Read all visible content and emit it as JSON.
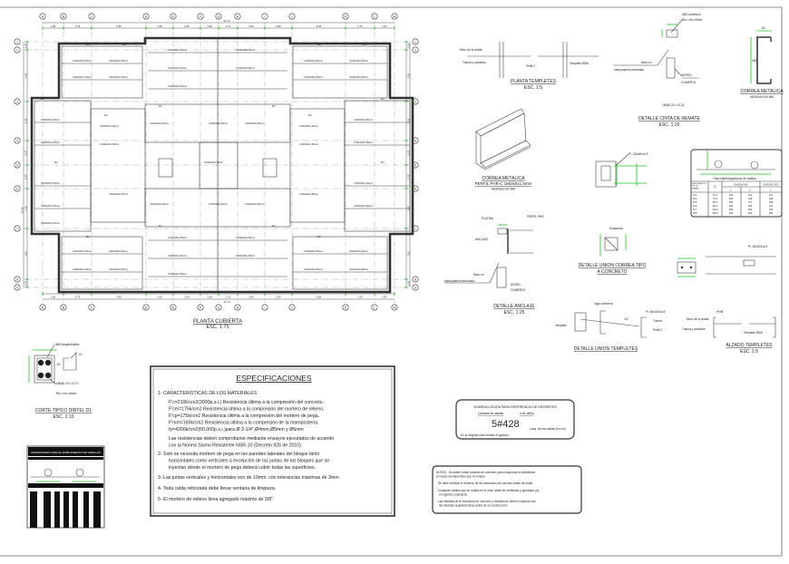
{
  "plan": {
    "title": "PLANTA CUBIERTA",
    "scale": "ESC. 1:75",
    "grid_x": [
      "A",
      "B",
      "C",
      "D",
      "E",
      "F",
      "G",
      "H",
      "I",
      "J",
      "K",
      "L",
      "M"
    ],
    "grid_y": [
      "1",
      "2",
      "3",
      "4",
      "5",
      "6",
      "7",
      "8",
      "9"
    ],
    "dims_x": [
      "1.95",
      "2.75",
      "5.35",
      "2.50",
      "2.65",
      "1.55",
      "1.72",
      "2.65",
      "2.50",
      "5.35",
      "2.75",
      "1.97"
    ],
    "total_x": "21.70",
    "dims_y": [
      "0.25",
      "1.60",
      "1.25",
      "0.75",
      "0.75",
      "1.25",
      "1.60",
      "0.25"
    ],
    "total_y": "15.80",
    "purlin_label": "C160x60x1.50mm",
    "beam_label": "D1"
  },
  "dintel": {
    "title": "CORTE TIPICO DINTEL D1",
    "scale": "ESC. 1:10",
    "bars_label": "4Ø3 longitudinales",
    "stirrup_label": "1Ø@0.10 L=0.70",
    "cover_label": "Rec. min 15mm",
    "dim_w": ".15",
    "dim_h": ".20"
  },
  "bar_dims_box": {
    "title": "DIMENSIONES PARA EL DOBLAMIENTO DE VARILLAS"
  },
  "specs": {
    "title": "ESPECIFICACIONES",
    "item1": "1-  CARACTERISTICAS DE LOS MATERIALES",
    "mat": [
      "F'c=210k/cm2(3000p.s.i.) Resistencia última a la compresión del concreto.",
      "F'cm=175k/cm2 Resistencia última a la compresión del mortero de relleno.",
      "F'cp=175k/cm2 Resistencia última a la compresión del mortero de pega.",
      "F'mm=160k/cm2 Resistencia última a la compresión de la mampostería.",
      "fy=4200k/cm2(60.000p.s.i.)para Ø 3-1/4\",Ø4mm,Ø5mm y Ø6mm"
    ],
    "res": [
      "Las resistencias deben comprobarse mediante ensayos ejecutados de acuerdo",
      "con la Norma Sismo Resistente NSR-10 (Decreto 926 de 2010)."
    ],
    "item2": [
      "2-  Solo se necesita mortero de pega en las paredes laterales del bloque tanto",
      "horizontales como verticales a excepción de las juntas de los bloques que se",
      "inyectan donde el mortero de pega deberá cubrir todas las superficies."
    ],
    "item3": "3-  Las juntas verticales y horizontales son de 10mm. con tolerancias máximas de 3mm.",
    "item4": "4-  Toda celda reforzada debe llevar ventana de limpieza.",
    "item5": "5-  El mortero de relleno lleva agregado máximo de 3/8\"."
  },
  "details": {
    "templetes_plan": {
      "title": "PLANTA TEMPLETES",
      "scale": "ESC. 1:5",
      "label1": "Muro de la culata",
      "label2": "Tuerca y arandela",
      "label3": "Perfil C",
      "label4": "Templete Ø3/8"
    },
    "cinta": {
      "title": "DETALLE CINTA DE REMATE",
      "scale": "ESC. 1:20",
      "label1": "Muro en",
      "label2": "mampostería reforzada",
      "label3": "DINTEL",
      "label4": "CUBIERTA",
      "label5": "Rec. min 15mm",
      "label6": "1Ø@0.20 L=0.20",
      "label7": "2Ø3 continuos"
    },
    "correa_section": {
      "title": "CORREA METALICA",
      "subtitle": "MEDIDAS EN MM",
      "dim_h": "160",
      "dim_w": "60"
    },
    "correa_3d": {
      "title": "CORREA METALICA",
      "subtitle": "PERFIL PHR C 160x60x1.5mm",
      "note": "MEDIDAS EN MM"
    },
    "anclaje": {
      "title": "DETALLE ANCLAJE",
      "scale": "ESC. 1:25",
      "label1": "PLATINA",
      "label2": "ANCLAJE",
      "label3": "PERFIL PHR",
      "label4": "Muro en",
      "label5": "mampostería reforzada",
      "label6": "DINTEL",
      "label7": "CUBIERTA"
    },
    "union_concreto": {
      "title": "DETALLE UNION CORREA TIPO",
      "title2": "A CONCRETO",
      "label1": "Pl. 120x80x1/4\"",
      "label2": "Soldadura"
    },
    "union_templetes": {
      "title": "DETALLE UNION TEMPLETES",
      "label1": "Viga cumbrera",
      "label2": "Pl. 50x100x1/4\"",
      "label3": "Templete",
      "label4": "1/2\"",
      "label5": "Tuerca",
      "label6": "Perfil C"
    },
    "alzado": {
      "title": "ALZADO TEMPLETES",
      "scale": "ESC. 1:5",
      "label1": "Muro de la culata",
      "label2": "Tuerca y arandela",
      "label3": "Perfil",
      "label4": "Templete Ø3/8",
      "label5": "Pl. 50x100x1/4\""
    }
  },
  "rebar_table": {
    "caption": "Para estribos/ganchos de varillas",
    "headers": [
      "DESIGNACION DE LA BARRA",
      "D",
      "GANCHO 90°",
      "GANCHO 135°"
    ],
    "sub": [
      "L",
      "C",
      "L"
    ],
    "rows": [
      [
        "Nº3",
        "57.2",
        "150",
        "102",
        "131"
      ],
      [
        "Nº4",
        "76.2",
        "200",
        "136",
        "165"
      ],
      [
        "Nº5",
        "95.3",
        "250",
        "170",
        "205"
      ],
      [
        "Nº6",
        "114.3",
        "300",
        "205",
        "272"
      ],
      [
        "Nº7",
        "133.4",
        "350",
        "230",
        "316"
      ],
      [
        "Nº8",
        "152.4",
        "400",
        "260",
        "353"
      ]
    ]
  },
  "nomenclature": {
    "title": "NOMENCLATURA PARA REFERENCIA DE DESPIECES",
    "qty_label": "Cantidad de varillas",
    "bar_label": "# de varilla",
    "formula": "5#428",
    "length_label": "Long. de las varillas (en cm)",
    "note": "En la longitud esta incluido el gancho."
  },
  "notes": {
    "lines": [
      "NOTAS: -Se deben tomar pruebas de concreto para comprobar la resistencia",
      "en todos los elementos que se funden.",
      "-  Se debe verificar el refuerzo de los elementos de concreto antes de fundir.",
      "-  Cualquier cambio que se realice en la obra, debe ser verificado y aprobado por",
      "el ingeniero calculista.",
      "-  Las medidas de la estructura en concreto y metálica se deben comparar con",
      "las medidas arquitectónicas antes de su construcción."
    ]
  },
  "colors": {
    "dimension_marks": "#1fc21f",
    "lines": "#333333",
    "background": "#ffffff"
  }
}
